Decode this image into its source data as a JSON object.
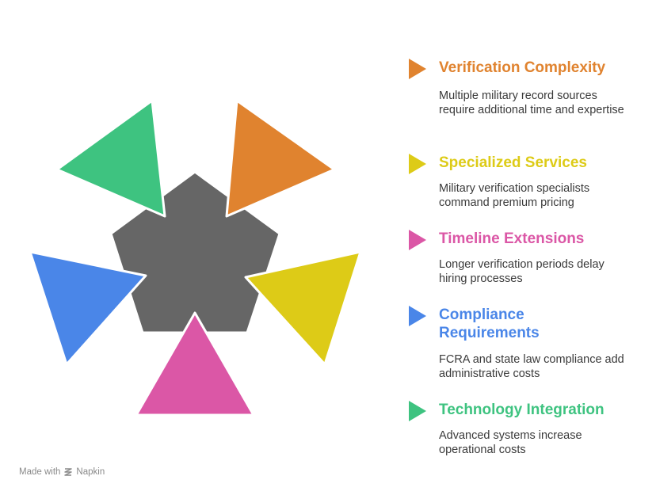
{
  "items": [
    {
      "title": "Verification Complexity",
      "description": "Multiple military record sources require additional time and expertise",
      "color": "#E0832F"
    },
    {
      "title": "Specialized Services",
      "description": "Military verification specialists command premium pricing",
      "color": "#DDCB17"
    },
    {
      "title": "Timeline Extensions",
      "description": "Longer verification periods delay hiring processes",
      "color": "#DB57A6"
    },
    {
      "title": "Compliance Requirements",
      "description": "FCRA and state law compliance add administrative costs",
      "color": "#4A86E8"
    },
    {
      "title": "Technology Integration",
      "description": "Advanced systems increase operational costs",
      "color": "#3EC380"
    }
  ],
  "center_color": "#666666",
  "footer": {
    "prefix": "Made with",
    "brand": "Napkin"
  }
}
